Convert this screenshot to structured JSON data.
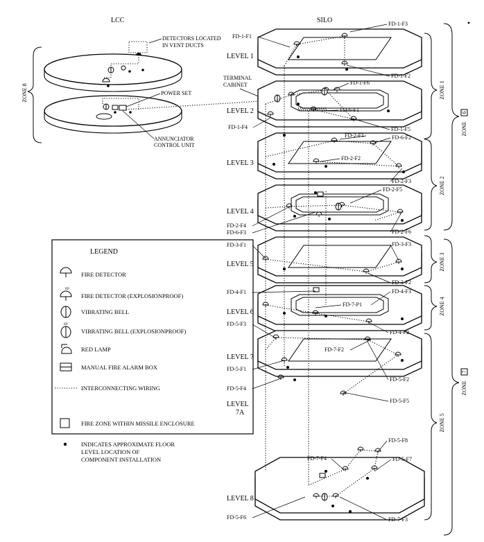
{
  "headers": {
    "lcc": "LCC",
    "silo": "SILO"
  },
  "lcc": {
    "zone": "ZONE 8",
    "detectors_note": [
      "DETECTORS LOCATED",
      "IN VENT DUCTS"
    ],
    "power_set": "POWER SET",
    "terminal_cabinet": [
      "TERMINAL",
      "CABINET"
    ],
    "annunciator": [
      "ANNUNCIATOR",
      "CONTROL UNIT"
    ]
  },
  "levels": [
    "LEVEL 1",
    "LEVEL 2",
    "LEVEL 3",
    "LEVEL 4",
    "LEVEL 5",
    "LEVEL 6",
    "LEVEL 7",
    "LEVEL 8"
  ],
  "level_7a": [
    "LEVEL",
    "7A"
  ],
  "detector_labels": {
    "fd1f1": "FD-1-F1",
    "fd1f3": "FD-1-F3",
    "fd1f2": "FD-1-F2",
    "fd1f6": "FD-1-F6",
    "fd6f1": "FD-6-F1",
    "fd1f4": "FD-1-F4",
    "fd1f5": "FD-1-F5",
    "fd2f1": "FD-2-F1",
    "fd6f2": "FD-6-F2",
    "fd2f2": "FD-2-F2",
    "fd2f3": "FD-2-F3",
    "fd2f5": "FD-2-F5",
    "fd2f4": "FD-2-F4",
    "fd6f3": "FD-6-F3",
    "fd2f6": "FD-2-F6",
    "fd3f1": "FD-3-F1",
    "fd3f3": "FD-3-F3",
    "fd3f2": "FD-3-F2",
    "fd4f1": "FD-4-F1",
    "fd4f3": "FD-4-F3",
    "fd7p1": "FD-7-P1",
    "fd5f3": "FD-5-F3",
    "fd4f2": "FD-4-F2",
    "fd7f2": "FD-7-F2",
    "fd5f1": "FD-5-F1",
    "fd5f2": "FD-5-F2",
    "fd5f4": "FD-5-F4",
    "fd5f5": "FD-5-F5",
    "fd5f8": "FD-5-F8",
    "fd5f7": "FD-5-F7",
    "fd7f4": "FD-7-F4",
    "fd5f6": "FD-5-F6",
    "fd7f3": "FD-7-F3"
  },
  "zones": {
    "z1": "ZONE 1",
    "z2": "ZONE 2",
    "z3": "ZONE 3",
    "z4": "ZONE 4",
    "z5": "ZONE 5",
    "z6_word": "ZONE",
    "z6_num": "6",
    "z7_word": "ZONE",
    "z7_num": "7"
  },
  "legend": {
    "title": "LEGEND",
    "items": [
      "FIRE DETECTOR",
      "FIRE DETECTOR (EXPLOSIONPROOF)",
      "VIBRATING BELL",
      "VIBRATING BELL (EXPLOSIONPROOF)",
      "RED LAMP",
      "MANUAL FIRE ALARM BOX",
      "INTERCONNECTING WIRING",
      "FIRE ZONE WITHIN MISSILE ENCLOSURE",
      "INDICATES APPROXIMATE FLOOR",
      "LEVEL LOCATION OF",
      "COMPONENT INSTALLATION"
    ],
    "ep_mark": "EP"
  }
}
